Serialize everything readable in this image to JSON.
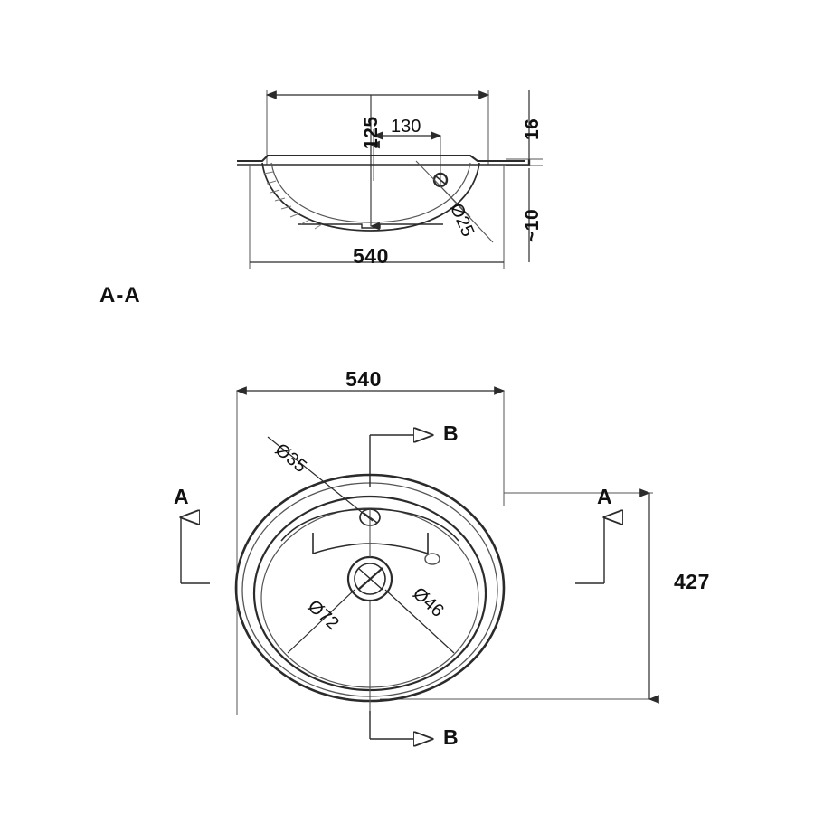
{
  "drawing": {
    "type": "engineering-drawing",
    "subject": "round drop-in washbasin",
    "views": [
      {
        "id": "section",
        "label": "A-A"
      },
      {
        "id": "plan",
        "label": ""
      }
    ]
  },
  "section_view": {
    "name": "A-A",
    "view_label": "A-A",
    "dimensions": {
      "overall_width": "540",
      "offset_left": "125",
      "hole_spacing": "130",
      "rim_thickness": "16",
      "depth_approx": "~10",
      "tap_hole_dia": "Ø25"
    }
  },
  "plan_view": {
    "dimensions": {
      "width": "540",
      "height": "427",
      "tap_hole_dia": "Ø35",
      "drain_outer_dia": "Ø72",
      "drain_inner_dia": "Ø46"
    },
    "section_marks": {
      "a_left": "A",
      "a_right": "A",
      "b_top": "B",
      "b_bottom": "B"
    }
  },
  "style": {
    "line_color": "#2b2b2b",
    "thin_line_color": "#555555",
    "background": "#ffffff"
  }
}
